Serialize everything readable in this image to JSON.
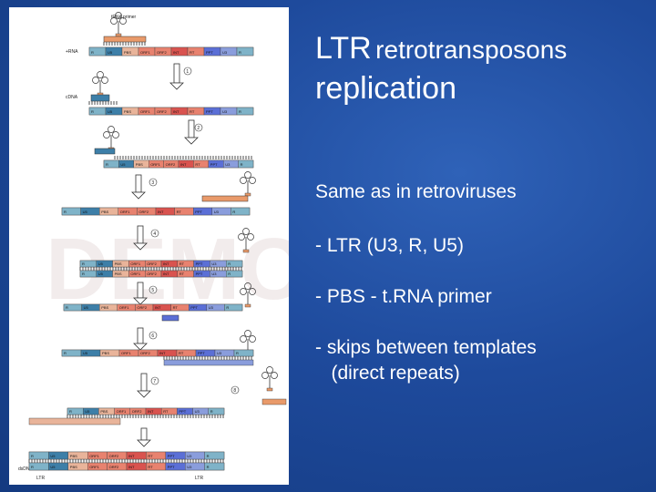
{
  "title": {
    "line1_big": "LTR",
    "line1_small": "retrotransposons",
    "line2": "replication"
  },
  "bullets": [
    "Same as in retroviruses",
    "- LTR (U3, R, U5)",
    "- PBS - t.RNA primer",
    "- skips between templates",
    "   (direct repeats)"
  ],
  "figure": {
    "trna_primer_label": "tRNA primer",
    "rna_label": "+RNA",
    "cdna_label": "cDNA",
    "dsdna_label": "dsDNA",
    "ltr_label": "LTR",
    "segment_labels": [
      "R",
      "U5",
      "PBS",
      "ORF1",
      "ORF2",
      "INT",
      "RT",
      "PPT",
      "U3",
      "R"
    ],
    "step_numbers": [
      "1",
      "2",
      "3",
      "4",
      "5",
      "6",
      "7",
      "8"
    ],
    "watermark": "DEMO",
    "colors": {
      "R": "#7fb3c8",
      "U5": "#3d7fa8",
      "PBS": "#e9b49a",
      "ORF": "#e8826f",
      "INT": "#d9534f",
      "PPT": "#5b6fd6",
      "U3": "#8a9ddc",
      "accent": "#e99a6a"
    }
  }
}
